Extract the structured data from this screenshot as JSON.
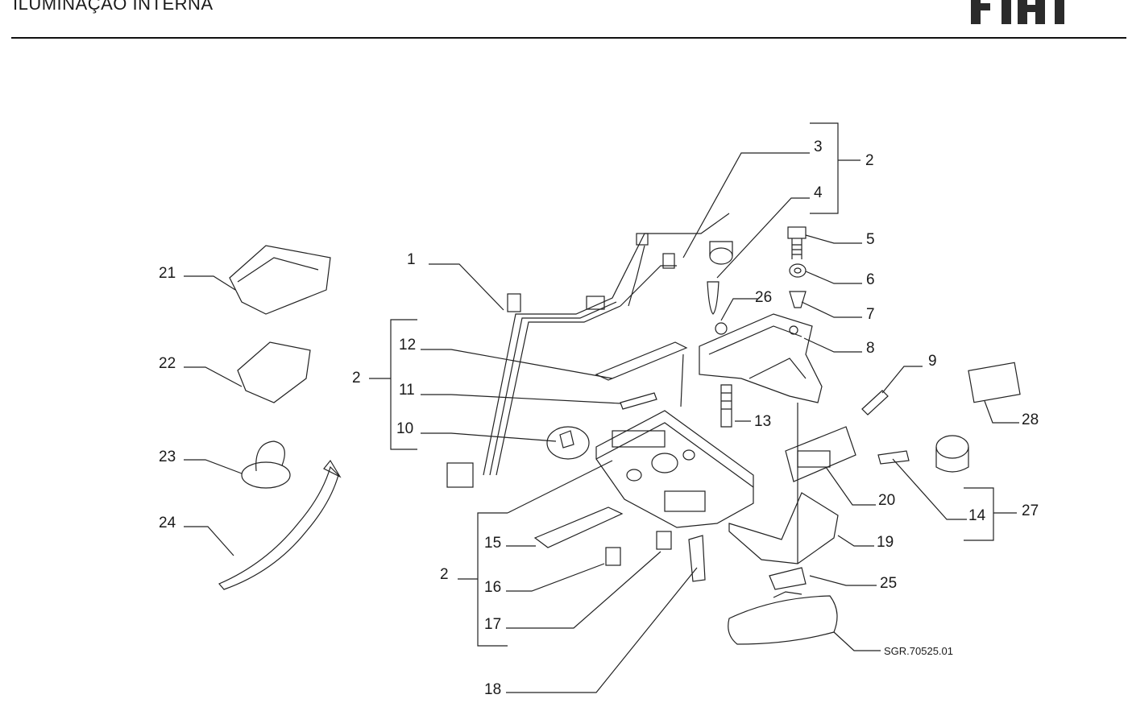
{
  "header": {
    "title": "ILUMINAÇÃO INTERNA",
    "brand": "FIAT"
  },
  "diagram": {
    "reference_code": "SGR.70525.01",
    "callouts": {
      "c1": "1",
      "c2a": "2",
      "c2b": "2",
      "c2c": "2",
      "c3": "3",
      "c4": "4",
      "c5": "5",
      "c6": "6",
      "c7": "7",
      "c8": "8",
      "c9": "9",
      "c10": "10",
      "c11": "11",
      "c12": "12",
      "c13": "13",
      "c14": "14",
      "c15": "15",
      "c16": "16",
      "c17": "17",
      "c18": "18",
      "c19": "19",
      "c20": "20",
      "c21": "21",
      "c22": "22",
      "c23": "23",
      "c24": "24",
      "c25": "25",
      "c26": "26",
      "c27": "27",
      "c28": "28"
    }
  }
}
